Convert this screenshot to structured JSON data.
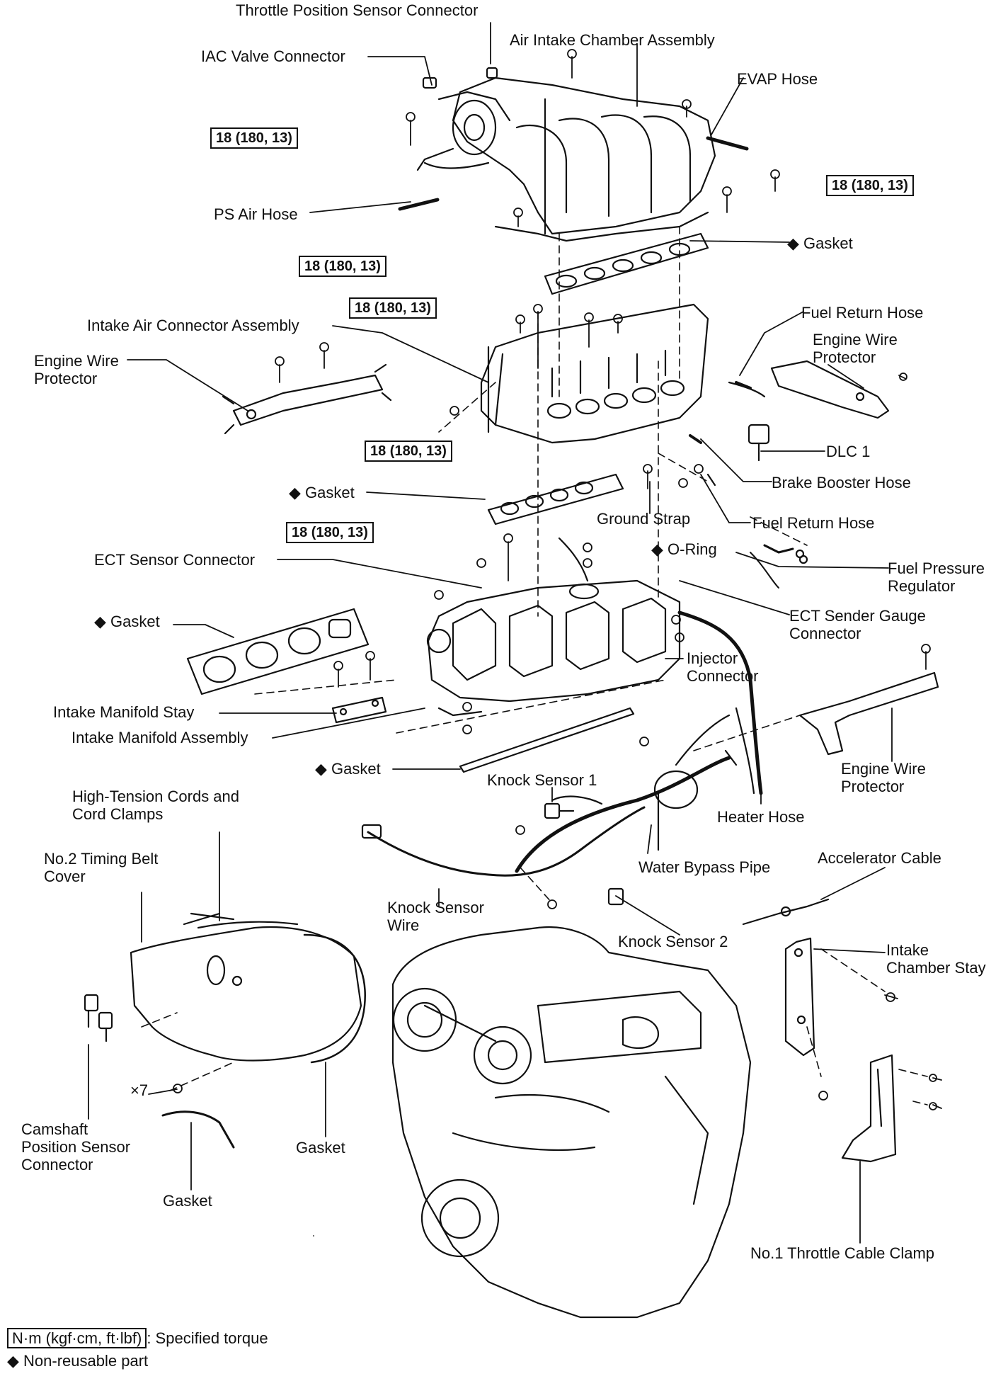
{
  "labels": {
    "tps_connector": "Throttle Position Sensor Connector",
    "air_intake_chamber": "Air Intake Chamber Assembly",
    "iac_valve_connector": "IAC Valve Connector",
    "evap_hose": "EVAP Hose",
    "ps_air_hose": "PS Air Hose",
    "gasket_upper": "Gasket",
    "intake_air_connector": "Intake Air Connector Assembly",
    "fuel_return_hose_upper": "Fuel Return Hose",
    "engine_wire_protector_right": "Engine Wire\nProtector",
    "engine_wire_protector_left": "Engine Wire\nProtector",
    "dlc1": "DLC 1",
    "brake_booster_hose": "Brake Booster Hose",
    "gasket_mid": "Gasket",
    "ground_strap": "Ground Strap",
    "fuel_return_hose_lower": "Fuel Return Hose",
    "ect_sensor_connector": "ECT Sensor Connector",
    "o_ring": "O-Ring",
    "fuel_pressure_regulator": "Fuel Pressure\nRegulator",
    "ect_sender_gauge_connector": "ECT Sender Gauge\nConnector",
    "gasket_left": "Gasket",
    "injector_connector": "Injector\nConnector",
    "intake_manifold_stay": "Intake Manifold Stay",
    "intake_manifold_assembly": "Intake Manifold Assembly",
    "engine_wire_protector_lower": "Engine Wire\nProtector",
    "gasket_lower": "Gasket",
    "heater_hose": "Heater Hose",
    "knock_sensor_1": "Knock Sensor 1",
    "high_tension_cords": "High-Tension Cords and\nCord Clamps",
    "timing_belt_cover": "No.2 Timing Belt\nCover",
    "water_bypass_pipe": "Water Bypass Pipe",
    "accelerator_cable": "Accelerator Cable",
    "knock_sensor_wire": "Knock Sensor\nWire",
    "knock_sensor_2": "Knock Sensor 2",
    "intake_chamber_stay": "Intake\nChamber Stay",
    "times_seven": "×7",
    "camshaft_position_sensor": "Camshaft\nPosition Sensor\nConnector",
    "gasket_cover": "Gasket",
    "gasket_small": "Gasket",
    "throttle_cable_clamp": "No.1 Throttle Cable Clamp"
  },
  "torque_spec": "18 (180, 13)",
  "non_reusable_mark": "◆",
  "legend": {
    "unit_box": "N·m (kgf·cm, ft·lbf)",
    "unit_text": ": Specified torque",
    "nonreusable_text": "Non-reusable part"
  }
}
